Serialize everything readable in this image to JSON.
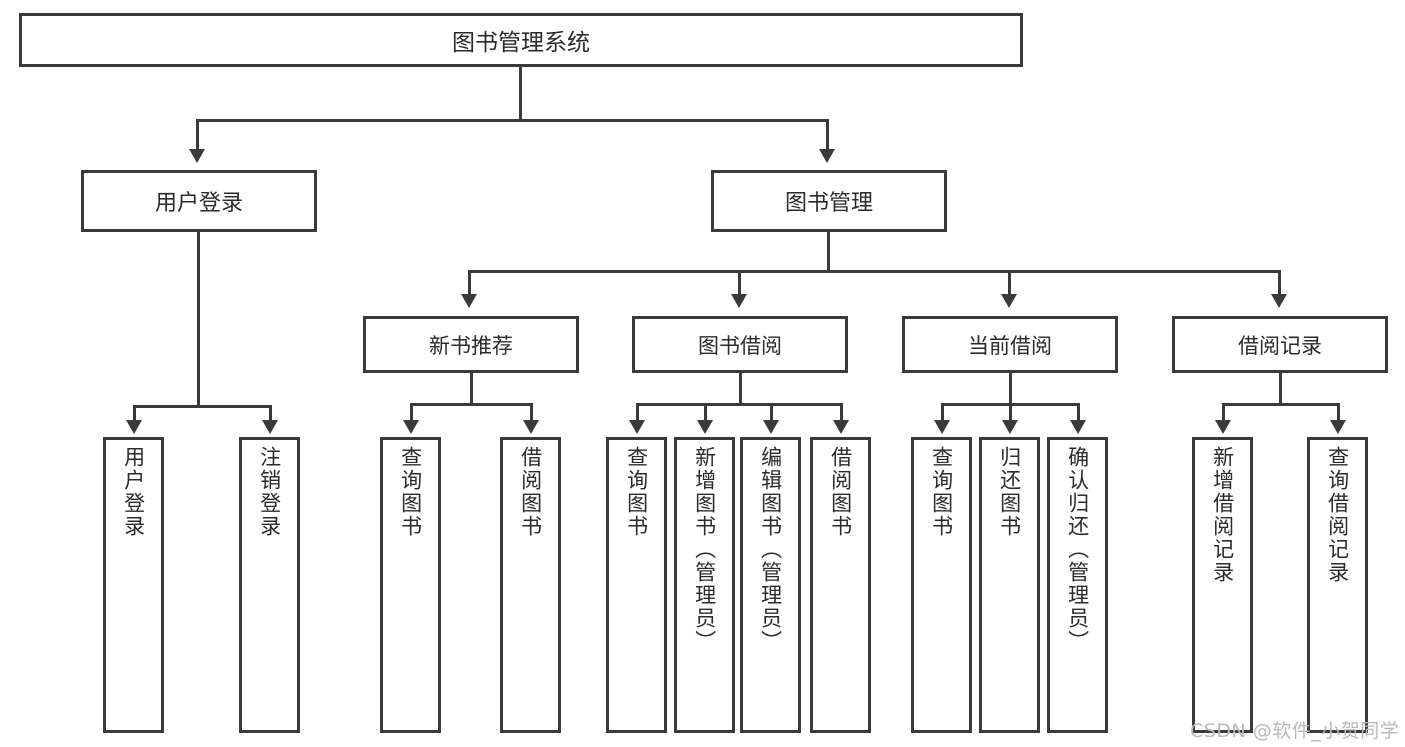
{
  "diagram": {
    "type": "tree-hierarchy-chart",
    "root": {
      "label": "图书管理系统"
    },
    "level1": [
      {
        "label": "用户登录"
      },
      {
        "label": "图书管理"
      }
    ],
    "level2": [
      {
        "label": "新书推荐"
      },
      {
        "label": "图书借阅"
      },
      {
        "label": "当前借阅"
      },
      {
        "label": "借阅记录"
      }
    ],
    "leaves": {
      "user_login": [
        {
          "label": "用户登录"
        },
        {
          "label": "注销登录"
        }
      ],
      "new_book_recommend": [
        {
          "label": "查询图书"
        },
        {
          "label": "借阅图书"
        }
      ],
      "book_borrow": [
        {
          "label": "查询图书"
        },
        {
          "label": "新增图书（管理员）"
        },
        {
          "label": "编辑图书（管理员）"
        },
        {
          "label": "借阅图书"
        }
      ],
      "current_borrow": [
        {
          "label": "查询图书"
        },
        {
          "label": "归还图书"
        },
        {
          "label": "确认归还（管理员）"
        }
      ],
      "borrow_record": [
        {
          "label": "新增借阅记录"
        },
        {
          "label": "查询借阅记录"
        }
      ]
    }
  },
  "watermark": {
    "text": "CSDN @软件_小贺同学"
  },
  "colors": {
    "stroke": "#3a3a3a",
    "text": "#2b2b2b",
    "background": "#ffffff",
    "watermark": "#b9b9b9"
  }
}
